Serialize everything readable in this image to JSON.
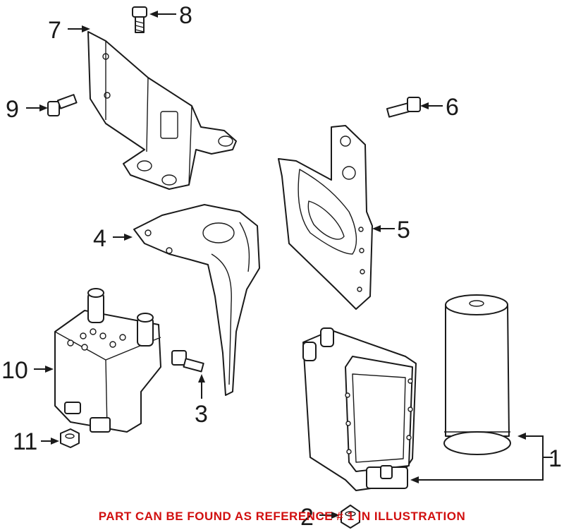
{
  "callouts": {
    "c1": "1",
    "c2": "2",
    "c3": "3",
    "c4": "4",
    "c5": "5",
    "c6": "6",
    "c7": "7",
    "c8": "8",
    "c9": "9",
    "c10": "10",
    "c11": "11"
  },
  "footer": {
    "note": "PART CAN BE FOUND AS REFERENCE # 1 IN ILLUSTRATION",
    "note_color": "#d10f0f"
  },
  "icons": [
    "oil-filter-housing-icon",
    "oil-cooler-icon",
    "bracket-icon",
    "bolt-icon",
    "nut-icon"
  ]
}
